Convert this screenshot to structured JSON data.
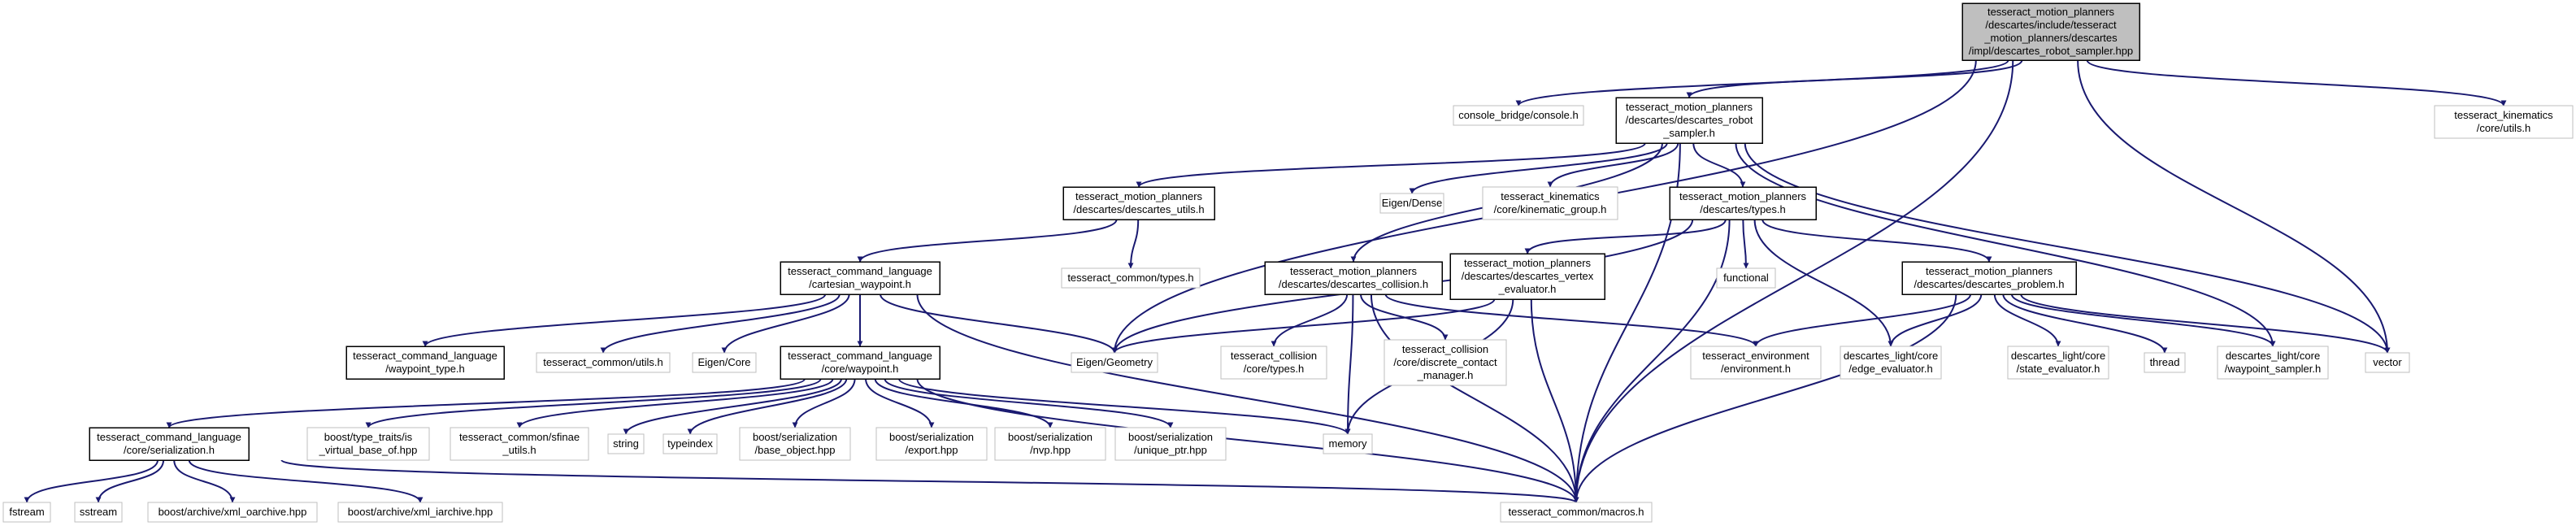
{
  "colors": {
    "edge": "#191970",
    "node_border_internal": "#000000",
    "node_border_external": "#bfbfbf",
    "root_fill": "#bfbfbf",
    "node_fill": "#ffffff"
  },
  "nodes": [
    {
      "id": "root",
      "lines": [
        "tesseract_motion_planners",
        "/descartes/include/tesseract",
        "_motion_planners/descartes",
        "/impl/descartes_robot_sampler.hpp"
      ],
      "kind": "root"
    },
    {
      "id": "console_bridge",
      "lines": [
        "console_bridge/console.h"
      ],
      "kind": "external"
    },
    {
      "id": "robot_sampler_h",
      "lines": [
        "tesseract_motion_planners",
        "/descartes/descartes_robot",
        "_sampler.h"
      ],
      "kind": "internal"
    },
    {
      "id": "kin_utils",
      "lines": [
        "tesseract_kinematics",
        "/core/utils.h"
      ],
      "kind": "external"
    },
    {
      "id": "descartes_utils",
      "lines": [
        "tesseract_motion_planners",
        "/descartes/descartes_utils.h"
      ],
      "kind": "internal"
    },
    {
      "id": "eigen_dense",
      "lines": [
        "Eigen/Dense"
      ],
      "kind": "external"
    },
    {
      "id": "kin_group",
      "lines": [
        "tesseract_kinematics",
        "/core/kinematic_group.h"
      ],
      "kind": "external"
    },
    {
      "id": "types_h",
      "lines": [
        "tesseract_motion_planners",
        "/descartes/types.h"
      ],
      "kind": "internal"
    },
    {
      "id": "cartesian_waypoint",
      "lines": [
        "tesseract_command_language",
        "/cartesian_waypoint.h"
      ],
      "kind": "internal"
    },
    {
      "id": "common_types",
      "lines": [
        "tesseract_common/types.h"
      ],
      "kind": "external"
    },
    {
      "id": "descartes_collision",
      "lines": [
        "tesseract_motion_planners",
        "/descartes/descartes_collision.h"
      ],
      "kind": "internal"
    },
    {
      "id": "vertex_evaluator",
      "lines": [
        "tesseract_motion_planners",
        "/descartes/descartes_vertex",
        "_evaluator.h"
      ],
      "kind": "internal"
    },
    {
      "id": "functional",
      "lines": [
        "functional"
      ],
      "kind": "external"
    },
    {
      "id": "descartes_problem",
      "lines": [
        "tesseract_motion_planners",
        "/descartes/descartes_problem.h"
      ],
      "kind": "internal"
    },
    {
      "id": "waypoint_type",
      "lines": [
        "tesseract_command_language",
        "/waypoint_type.h"
      ],
      "kind": "internal"
    },
    {
      "id": "common_utils",
      "lines": [
        "tesseract_common/utils.h"
      ],
      "kind": "external"
    },
    {
      "id": "eigen_core",
      "lines": [
        "Eigen/Core"
      ],
      "kind": "external"
    },
    {
      "id": "core_waypoint",
      "lines": [
        "tesseract_command_language",
        "/core/waypoint.h"
      ],
      "kind": "internal"
    },
    {
      "id": "eigen_geometry",
      "lines": [
        "Eigen/Geometry"
      ],
      "kind": "external"
    },
    {
      "id": "collision_types",
      "lines": [
        "tesseract_collision",
        "/core/types.h"
      ],
      "kind": "external"
    },
    {
      "id": "discrete_contact",
      "lines": [
        "tesseract_collision",
        "/core/discrete_contact",
        "_manager.h"
      ],
      "kind": "external"
    },
    {
      "id": "environment",
      "lines": [
        "tesseract_environment",
        "/environment.h"
      ],
      "kind": "external"
    },
    {
      "id": "edge_evaluator",
      "lines": [
        "descartes_light/core",
        "/edge_evaluator.h"
      ],
      "kind": "external"
    },
    {
      "id": "state_evaluator",
      "lines": [
        "descartes_light/core",
        "/state_evaluator.h"
      ],
      "kind": "external"
    },
    {
      "id": "thread",
      "lines": [
        "thread"
      ],
      "kind": "external"
    },
    {
      "id": "waypoint_sampler",
      "lines": [
        "descartes_light/core",
        "/waypoint_sampler.h"
      ],
      "kind": "external"
    },
    {
      "id": "vector",
      "lines": [
        "vector"
      ],
      "kind": "external"
    },
    {
      "id": "serialization",
      "lines": [
        "tesseract_command_language",
        "/core/serialization.h"
      ],
      "kind": "internal"
    },
    {
      "id": "boost_type_traits",
      "lines": [
        "boost/type_traits/is",
        "_virtual_base_of.hpp"
      ],
      "kind": "external"
    },
    {
      "id": "sfinae_utils",
      "lines": [
        "tesseract_common/sfinae",
        "_utils.h"
      ],
      "kind": "external"
    },
    {
      "id": "string",
      "lines": [
        "string"
      ],
      "kind": "external"
    },
    {
      "id": "typeindex",
      "lines": [
        "typeindex"
      ],
      "kind": "external"
    },
    {
      "id": "boost_base_object",
      "lines": [
        "boost/serialization",
        "/base_object.hpp"
      ],
      "kind": "external"
    },
    {
      "id": "boost_export",
      "lines": [
        "boost/serialization",
        "/export.hpp"
      ],
      "kind": "external"
    },
    {
      "id": "boost_nvp",
      "lines": [
        "boost/serialization",
        "/nvp.hpp"
      ],
      "kind": "external"
    },
    {
      "id": "boost_unique_ptr",
      "lines": [
        "boost/serialization",
        "/unique_ptr.hpp"
      ],
      "kind": "external"
    },
    {
      "id": "memory",
      "lines": [
        "memory"
      ],
      "kind": "external"
    },
    {
      "id": "fstream",
      "lines": [
        "fstream"
      ],
      "kind": "external"
    },
    {
      "id": "sstream",
      "lines": [
        "sstream"
      ],
      "kind": "external"
    },
    {
      "id": "xml_oarchive",
      "lines": [
        "boost/archive/xml_oarchive.hpp"
      ],
      "kind": "external"
    },
    {
      "id": "xml_iarchive",
      "lines": [
        "boost/archive/xml_iarchive.hpp"
      ],
      "kind": "external"
    },
    {
      "id": "macros",
      "lines": [
        "tesseract_common/macros.h"
      ],
      "kind": "external"
    }
  ],
  "edges": [
    [
      "root",
      "console_bridge"
    ],
    [
      "root",
      "robot_sampler_h"
    ],
    [
      "root",
      "kin_utils"
    ],
    [
      "root",
      "eigen_geometry"
    ],
    [
      "root",
      "vector"
    ],
    [
      "root",
      "macros"
    ],
    [
      "robot_sampler_h",
      "descartes_utils"
    ],
    [
      "robot_sampler_h",
      "eigen_dense"
    ],
    [
      "robot_sampler_h",
      "kin_group"
    ],
    [
      "robot_sampler_h",
      "types_h"
    ],
    [
      "robot_sampler_h",
      "descartes_collision"
    ],
    [
      "robot_sampler_h",
      "waypoint_sampler"
    ],
    [
      "robot_sampler_h",
      "vector"
    ],
    [
      "robot_sampler_h",
      "macros"
    ],
    [
      "descartes_utils",
      "cartesian_waypoint"
    ],
    [
      "descartes_utils",
      "common_types"
    ],
    [
      "types_h",
      "eigen_geometry"
    ],
    [
      "types_h",
      "vertex_evaluator"
    ],
    [
      "types_h",
      "functional"
    ],
    [
      "types_h",
      "descartes_problem"
    ],
    [
      "types_h",
      "edge_evaluator"
    ],
    [
      "types_h",
      "macros"
    ],
    [
      "cartesian_waypoint",
      "waypoint_type"
    ],
    [
      "cartesian_waypoint",
      "common_utils"
    ],
    [
      "cartesian_waypoint",
      "eigen_core"
    ],
    [
      "cartesian_waypoint",
      "core_waypoint"
    ],
    [
      "cartesian_waypoint",
      "eigen_geometry"
    ],
    [
      "cartesian_waypoint",
      "macros"
    ],
    [
      "descartes_collision",
      "collision_types"
    ],
    [
      "descartes_collision",
      "discrete_contact"
    ],
    [
      "descartes_collision",
      "environment"
    ],
    [
      "descartes_collision",
      "memory"
    ],
    [
      "descartes_collision",
      "macros"
    ],
    [
      "vertex_evaluator",
      "eigen_geometry"
    ],
    [
      "vertex_evaluator",
      "memory"
    ],
    [
      "vertex_evaluator",
      "macros"
    ],
    [
      "descartes_problem",
      "environment"
    ],
    [
      "descartes_problem",
      "edge_evaluator"
    ],
    [
      "descartes_problem",
      "state_evaluator"
    ],
    [
      "descartes_problem",
      "thread"
    ],
    [
      "descartes_problem",
      "waypoint_sampler"
    ],
    [
      "descartes_problem",
      "vector"
    ],
    [
      "descartes_problem",
      "macros"
    ],
    [
      "core_waypoint",
      "serialization"
    ],
    [
      "core_waypoint",
      "boost_type_traits"
    ],
    [
      "core_waypoint",
      "sfinae_utils"
    ],
    [
      "core_waypoint",
      "string"
    ],
    [
      "core_waypoint",
      "typeindex"
    ],
    [
      "core_waypoint",
      "boost_base_object"
    ],
    [
      "core_waypoint",
      "boost_export"
    ],
    [
      "core_waypoint",
      "boost_nvp"
    ],
    [
      "core_waypoint",
      "boost_unique_ptr"
    ],
    [
      "core_waypoint",
      "memory"
    ],
    [
      "core_waypoint",
      "macros"
    ],
    [
      "serialization",
      "fstream"
    ],
    [
      "serialization",
      "sstream"
    ],
    [
      "serialization",
      "xml_oarchive"
    ],
    [
      "serialization",
      "xml_iarchive"
    ],
    [
      "serialization",
      "macros"
    ]
  ]
}
